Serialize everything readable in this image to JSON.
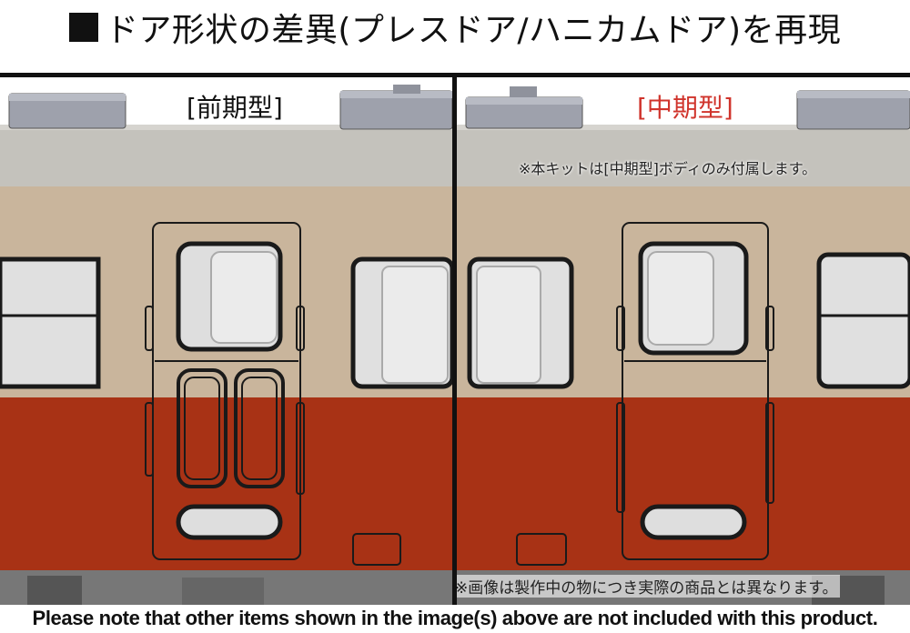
{
  "header": {
    "title": "ドア形状の差異(プレスドア/ハニカムドア)を再現",
    "bullet_icon": "black-square-icon"
  },
  "panels": {
    "early": {
      "label": "[前期型]"
    },
    "mid": {
      "label": "[中期型]",
      "label_color": "#d0342c",
      "note": "※本キットは[中期型]ボディのみ付属します。"
    }
  },
  "photo_note": "※画像は製作中の物につき実際の商品とは異なります。",
  "footer": "Please note that other items shown in the image(s) above are not included with this product.",
  "colors": {
    "roof": "#c4c2bc",
    "cream": "#c9b59c",
    "red": "#a83215",
    "window": "#dedede",
    "outline": "#1a1a1a"
  }
}
